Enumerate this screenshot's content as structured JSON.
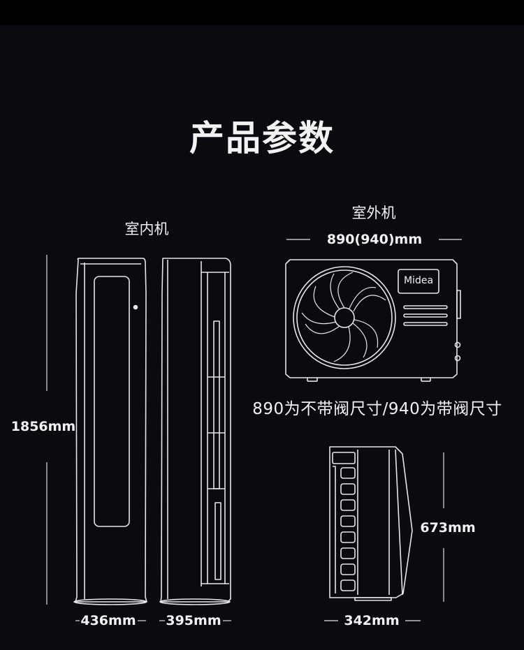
{
  "page": {
    "title": "产品参数"
  },
  "indoor": {
    "label": "室内机",
    "height": "1856mm",
    "width": "436mm",
    "depth": "395mm"
  },
  "outdoor": {
    "label": "室外机",
    "width": "890(940)mm",
    "brand": "Midea",
    "note": "890为不带阀尺寸/940为带阀尺寸",
    "height": "673mm",
    "depth": "342mm"
  },
  "colors": {
    "background": "#0a0b10",
    "line": "#ffffff"
  }
}
